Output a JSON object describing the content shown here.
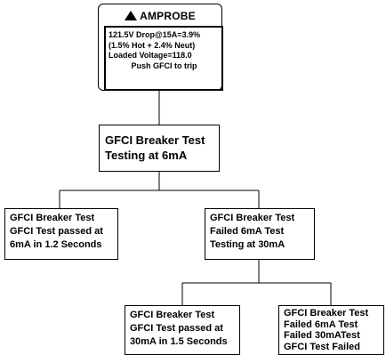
{
  "device": {
    "brand": "AMPROBE",
    "screen_lines": [
      "121.5V Drop@15A=3.9%",
      "(1.5% Hot + 2.4% Neut)",
      "Loaded Voltage=118.0",
      "Push GFCI to trip"
    ]
  },
  "nodes": {
    "root": [
      "GFCI Breaker Test",
      "Testing at 6mA"
    ],
    "pass_6ma": [
      "GFCI Breaker Test",
      "GFCI Test passed at",
      "6mA in 1.2 Seconds"
    ],
    "fail_6ma": [
      "GFCI Breaker Test",
      "Failed 6mA Test",
      "Testing at 30mA"
    ],
    "pass_30ma": [
      "GFCI Breaker Test",
      "GFCI Test passed at",
      "30mA in 1.5 Seconds"
    ],
    "fail_30ma": [
      "GFCI Breaker Test",
      "Failed 6mA Test",
      "Failed 30mATest",
      "GFCI Test Failed"
    ]
  }
}
